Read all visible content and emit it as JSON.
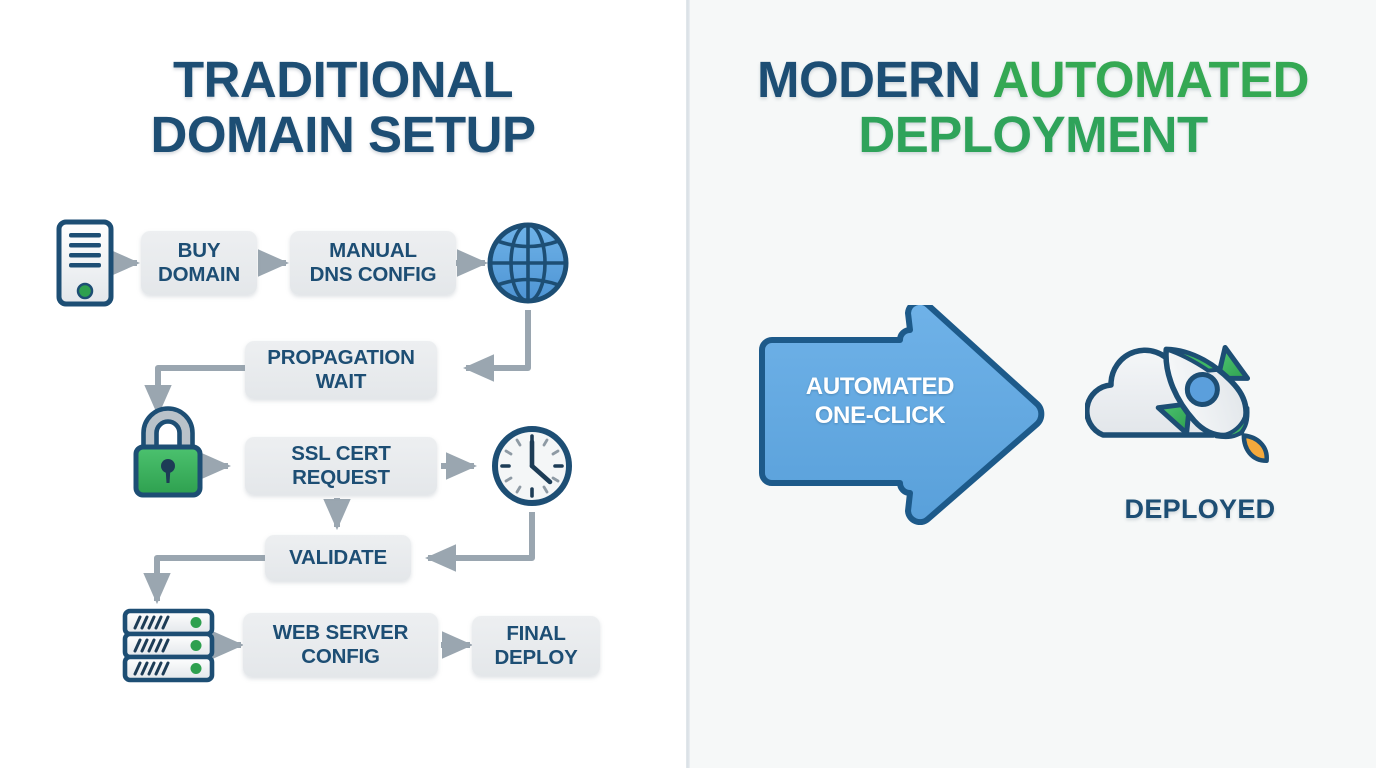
{
  "left_panel": {
    "title_line1": "TRADITIONAL",
    "title_line2": "DOMAIN SETUP",
    "title_color": "#1d4e74",
    "steps": [
      {
        "id": "buy-domain",
        "line1": "BUY",
        "line2": "DOMAIN"
      },
      {
        "id": "manual-dns-config",
        "line1": "MANUAL",
        "line2": "DNS CONFIG"
      },
      {
        "id": "propagation-wait",
        "line1": "PROPAGATION",
        "line2": "WAIT"
      },
      {
        "id": "ssl-cert-request",
        "line1": "SSL CERT",
        "line2": "REQUEST"
      },
      {
        "id": "validate",
        "line1": "VALIDATE",
        "line2": ""
      },
      {
        "id": "web-server-config",
        "line1": "WEB SERVER",
        "line2": "CONFIG"
      },
      {
        "id": "final-deploy",
        "line1": "FINAL",
        "line2": "DEPLOY"
      }
    ],
    "icons": [
      {
        "id": "server-tower-icon",
        "label": "server tower"
      },
      {
        "id": "globe-icon",
        "label": "globe"
      },
      {
        "id": "padlock-icon",
        "label": "padlock"
      },
      {
        "id": "clock-icon",
        "label": "clock"
      },
      {
        "id": "server-rack-icon",
        "label": "server rack"
      }
    ]
  },
  "right_panel": {
    "title_part1": "MODERN ",
    "title_part2": "AUTOMATED",
    "title_line2": "DEPLOYMENT",
    "title_color_1": "#1d4e74",
    "title_color_2": "#34a853",
    "arrow_label_line1": "AUTOMATED",
    "arrow_label_line2": "ONE-CLICK",
    "arrow_fill": "#61a8e0",
    "arrow_stroke": "#1d4e74",
    "deployed_label": "DEPLOYED",
    "icons": [
      {
        "id": "cloud-rocket-icon",
        "label": "cloud with rocket"
      }
    ]
  },
  "theme": {
    "box_fill": "#e8ebee",
    "box_text": "#1d4e74",
    "connector": "#9aa6b0",
    "accent_green": "#34a853",
    "accent_blue": "#61a8e0",
    "outline": "#1d4e74",
    "panel_left_bg": "#ffffff",
    "panel_right_bg": "#f6f8f8"
  }
}
